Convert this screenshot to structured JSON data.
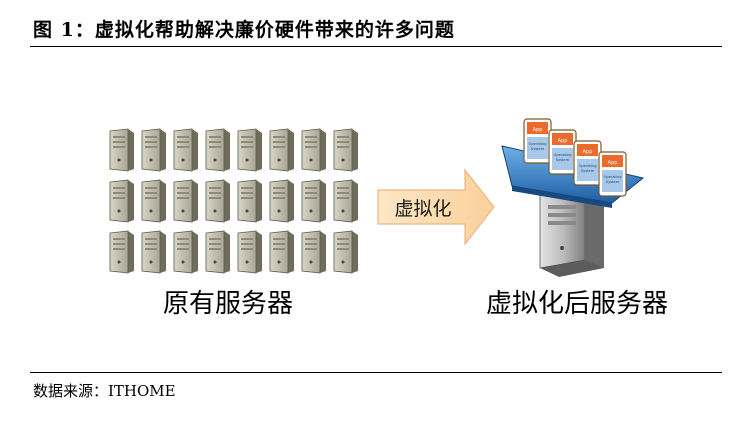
{
  "figure": {
    "title": "图 1：虚拟化帮助解决廉价硬件带来的许多问题",
    "source": "数据来源：ITHOME"
  },
  "diagram": {
    "left_label": "原有服务器",
    "arrow_label": "虚拟化",
    "right_label": "虚拟化后服务器",
    "vm_app_label": "App",
    "vm_os_label": "Operating System",
    "server_rows": 3,
    "servers_per_row": 8,
    "vm_count": 4,
    "colors": {
      "server_face": "#bfbcae",
      "server_side": "#7d7a68",
      "arrow_fill": "#fbdcb0",
      "platform": "#2b78c4",
      "vm_header": "#ec6a2b",
      "vm_body": "#a8c8ea"
    }
  }
}
